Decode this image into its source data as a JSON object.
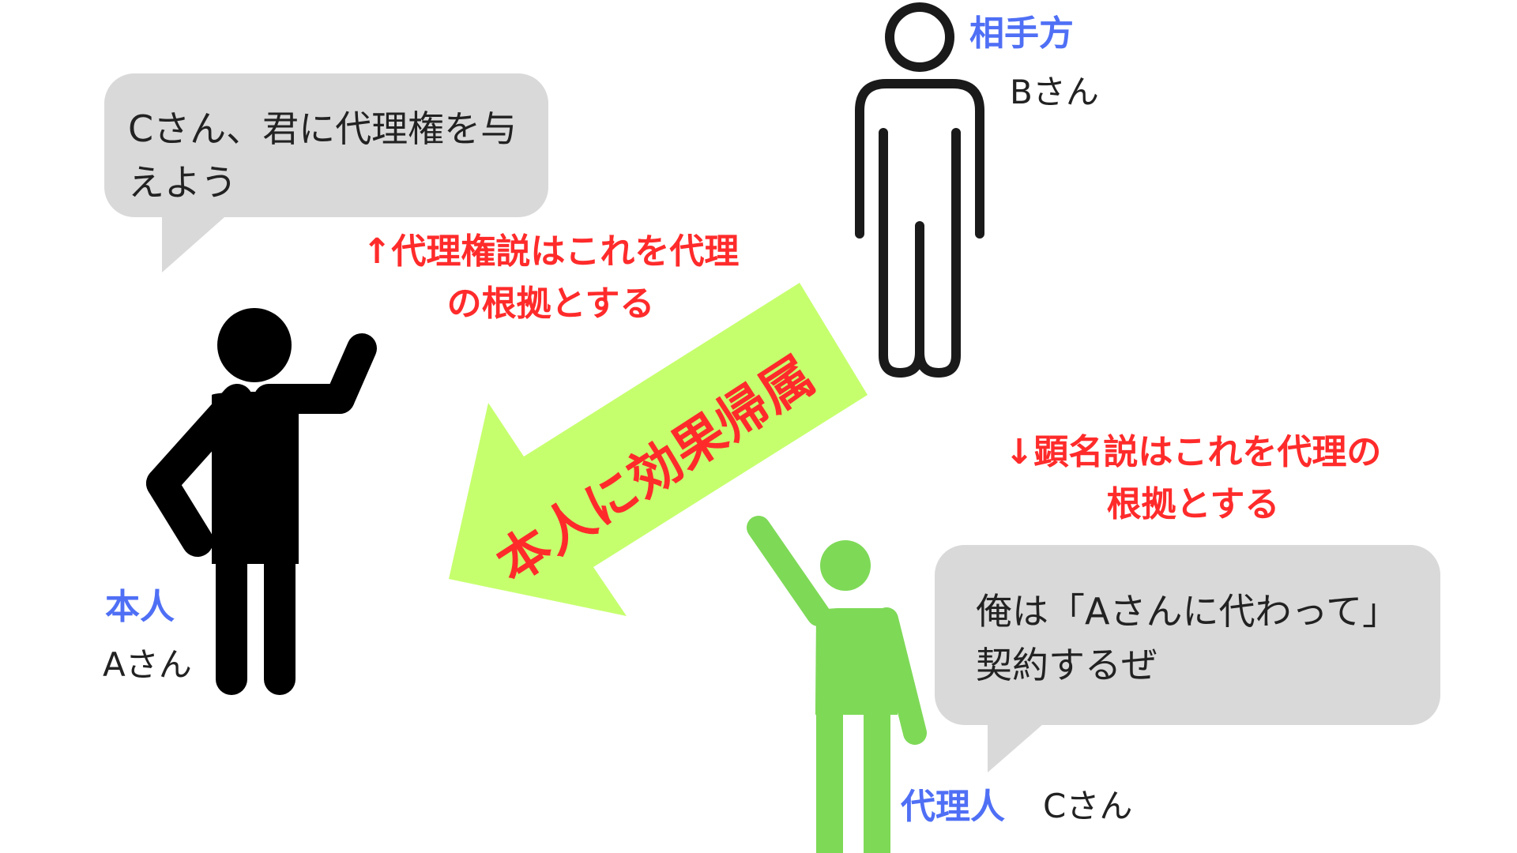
{
  "principal": {
    "role": "本人",
    "name": "Aさん",
    "speech": "Cさん、君に代理権を与えよう"
  },
  "counterparty": {
    "role": "相手方",
    "name": "Bさん"
  },
  "agent": {
    "role": "代理人",
    "name": "Cさん",
    "speech": "俺は「Aさんに代わって」契約するぜ"
  },
  "arrow": {
    "label": "本人に効果帰属"
  },
  "notes": {
    "agency_theory": "↑代理権説はこれを代理の根拠とする",
    "disclosure_theory": "↓顕名説はこれを代理の根拠とする"
  },
  "colors": {
    "role_label": "#4f6ff5",
    "note_red": "#ff2b2b",
    "arrow_fill": "#c6ff6e",
    "agent_figure": "#7ed957",
    "principal_figure": "#000000",
    "bubble": "#d9d9d9"
  },
  "icons": [
    "principal-person-icon",
    "counterparty-person-outline-icon",
    "agent-person-icon",
    "result-arrow-icon"
  ]
}
